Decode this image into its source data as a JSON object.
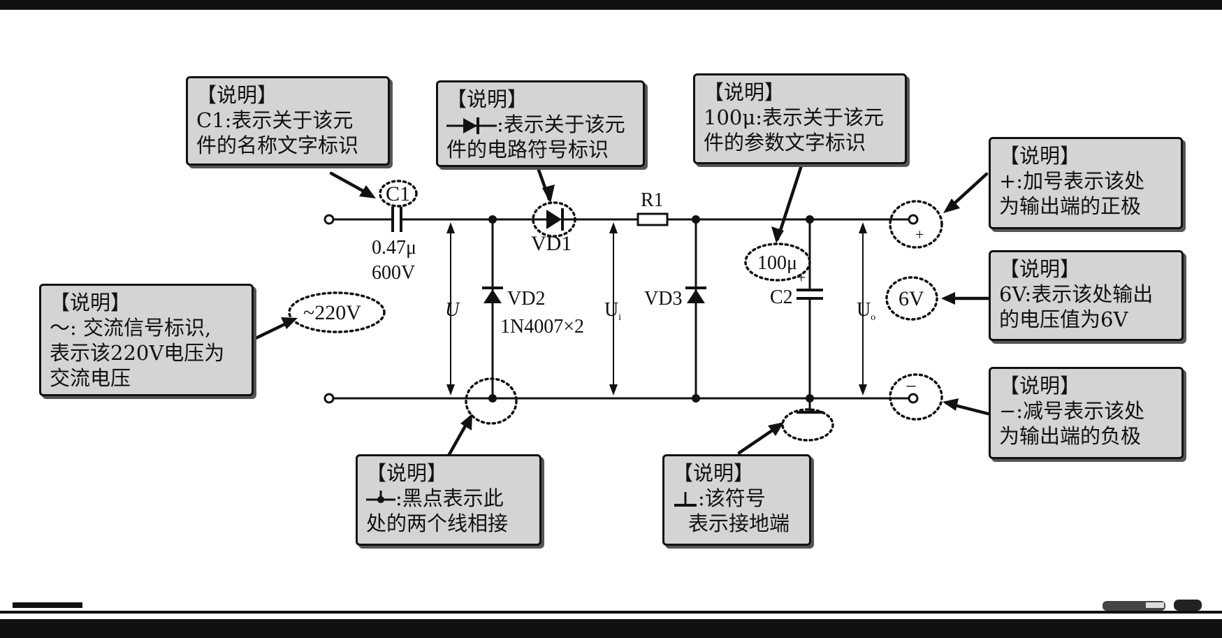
{
  "labels": {
    "c1_name": "C1",
    "c1_value_1": "0.47μ",
    "c1_value_2": "600V",
    "vd1": "VD1",
    "r1": "R1",
    "vd2": "VD2",
    "vd2_part": "1N4007×2",
    "vd3": "VD3",
    "c2": "C2",
    "c2_value": "100μ",
    "u": "U",
    "ui_main": "U",
    "ui_sub": "i",
    "uo_main": "U",
    "uo_sub": "o",
    "ac_source": "~220V",
    "output_voltage": "6V",
    "plus": "+",
    "minus": "−"
  },
  "callouts": {
    "c1": {
      "header": "【说明】",
      "line1": "C1:表示关于该元",
      "line2": "件的名称文字标识"
    },
    "diode": {
      "header": "【说明】",
      "line1_suffix": ":表示关于该元",
      "line2": "件的电路符号标识"
    },
    "param": {
      "header": "【说明】",
      "line1": "100μ:表示关于该元",
      "line2": "件的参数文字标识"
    },
    "plus": {
      "header": "【说明】",
      "line1": "+:加号表示该处",
      "line2": "为输出端的正极"
    },
    "six_v": {
      "header": "【说明】",
      "line1": "6V:表示该处输出",
      "line2": "的电压值为6V"
    },
    "minus": {
      "header": "【说明】",
      "line1": "−:减号表示该处",
      "line2": "为输出端的负极"
    },
    "ac": {
      "header": "【说明】",
      "line1": "～:  交流信号标识,",
      "line2": "表示该220V电压为",
      "line3": "交流电压"
    },
    "junction": {
      "header": "【说明】",
      "line1_suffix": ":黑点表示此",
      "line2": "处的两个线相接"
    },
    "ground": {
      "header": "【说明】",
      "line1_suffix": ":该符号",
      "line2": "表示接地端"
    }
  }
}
